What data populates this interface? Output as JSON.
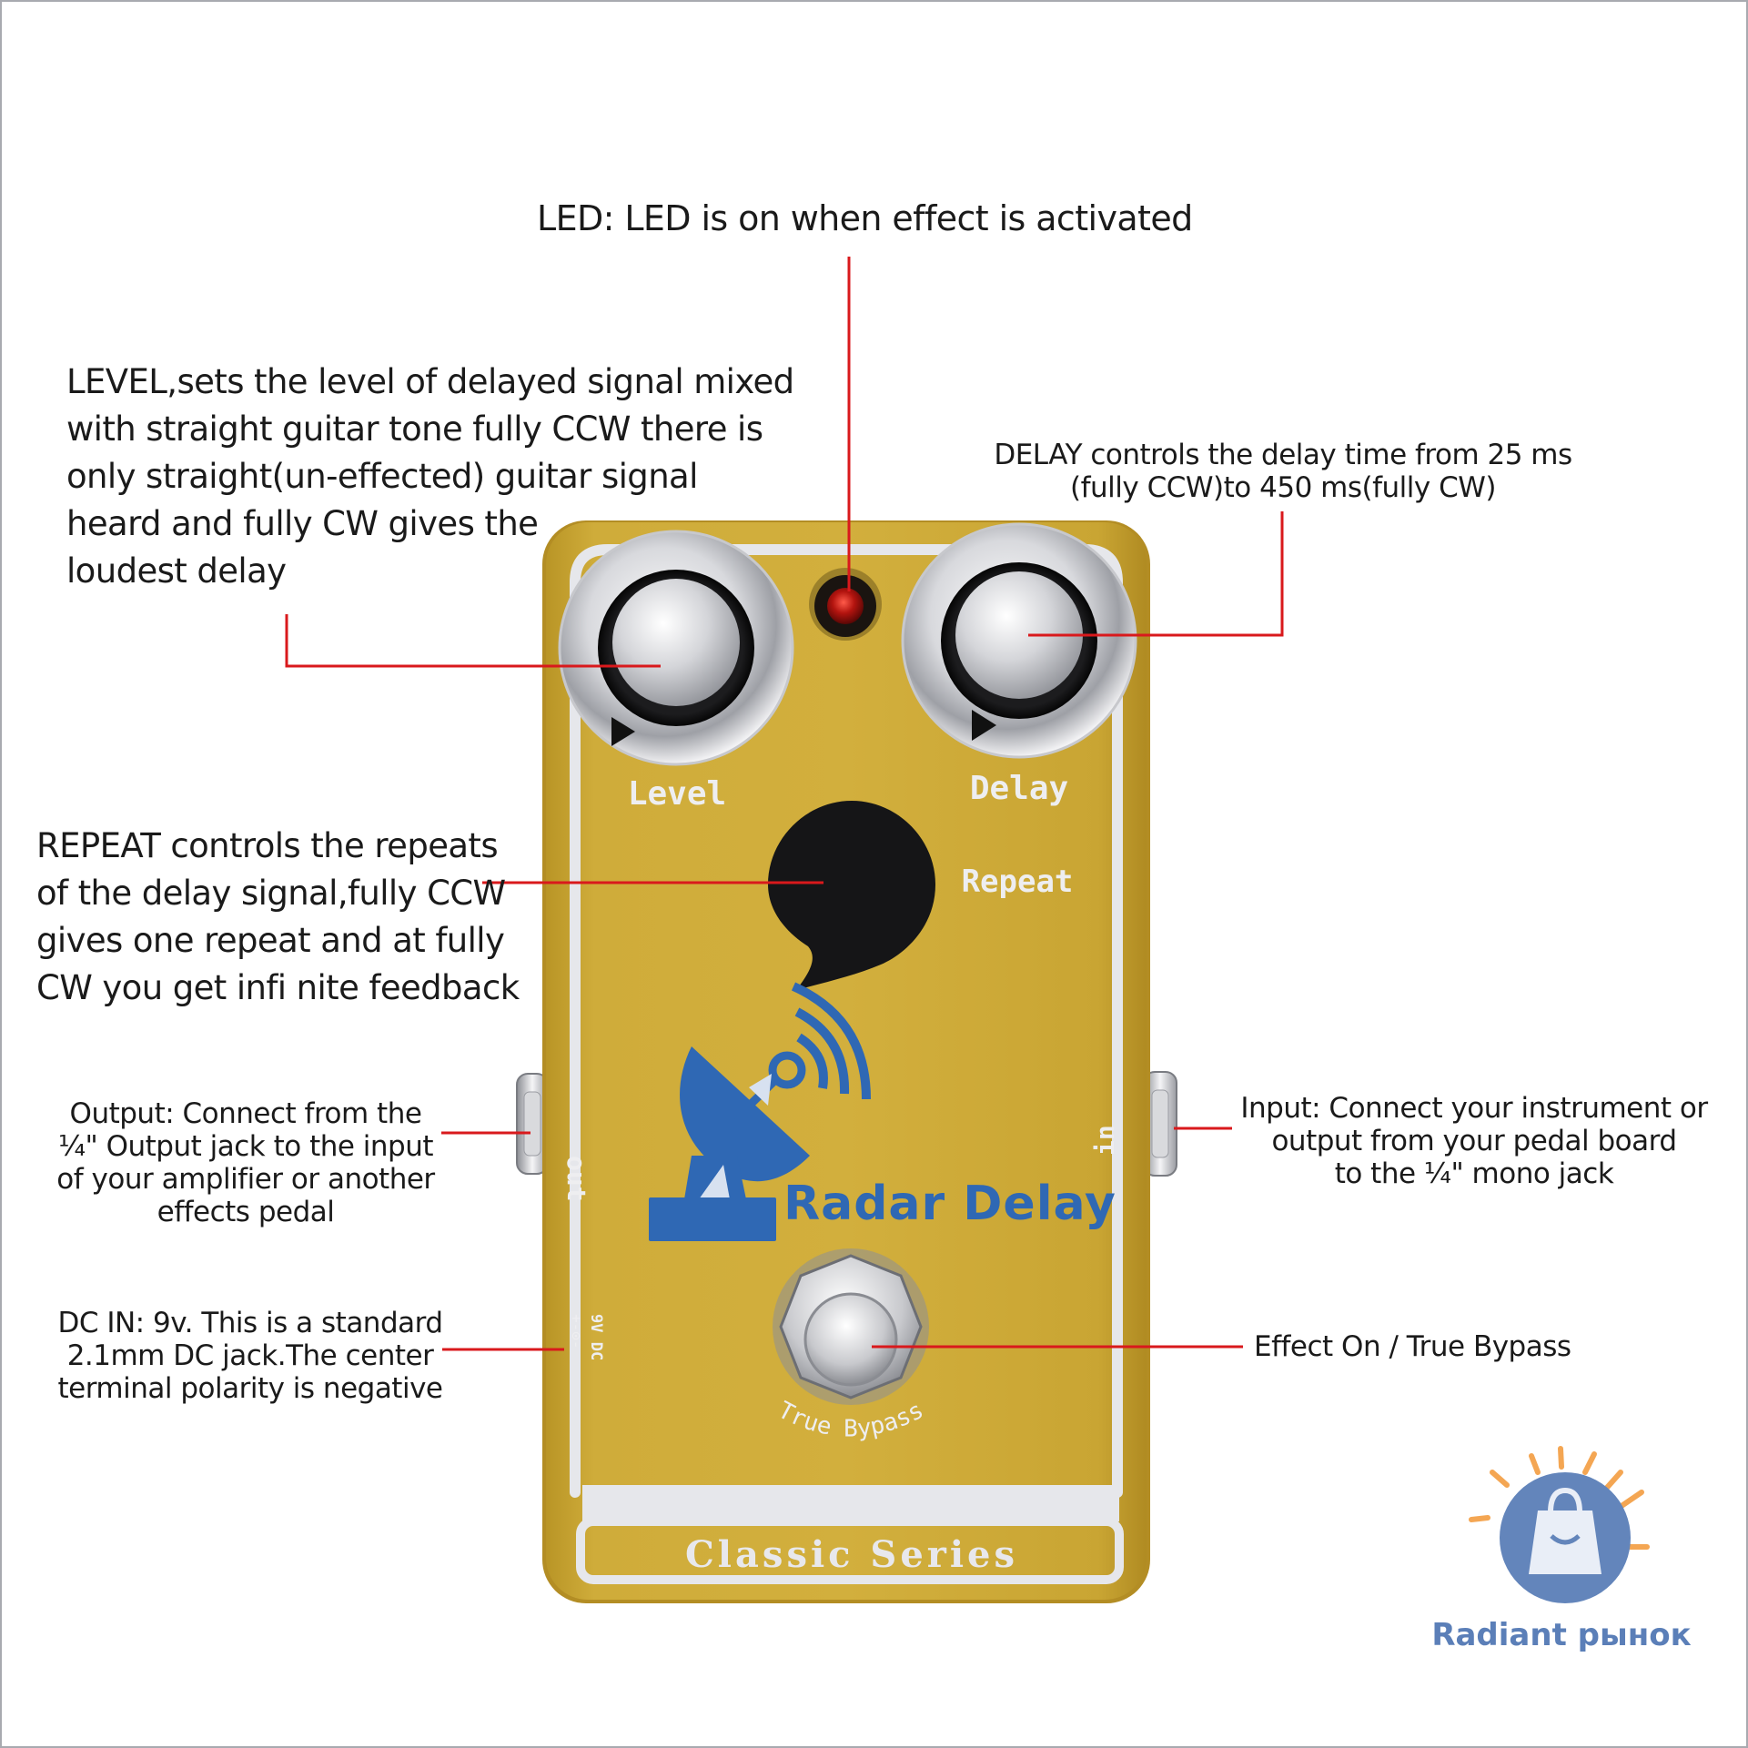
{
  "annotations": {
    "led": {
      "lines": [
        "LED: LED is on when effect is activated"
      ]
    },
    "level": {
      "lines": [
        "LEVEL,sets the level of delayed signal mixed",
        "with straight guitar tone fully CCW there is",
        "only straight(un-effected) guitar signal",
        "heard and fully CW gives the",
        "loudest delay"
      ]
    },
    "delay": {
      "lines": [
        "DELAY controls the delay time from 25 ms",
        "(fully CCW)to 450 ms(fully CW)"
      ]
    },
    "repeat": {
      "lines": [
        "REPEAT controls the repeats",
        "of the delay signal,fully CCW",
        "gives one repeat and at fully",
        "CW you get infi nite feedback"
      ]
    },
    "output": {
      "lines": [
        "Output: Connect from the",
        "¼\" Output jack to the input",
        "of your amplifier or another",
        "effects pedal"
      ]
    },
    "input": {
      "lines": [
        "Input: Connect your instrument or",
        "output from your pedal board",
        "to the ¼\" mono jack"
      ]
    },
    "dcin": {
      "lines": [
        "DC IN: 9v. This is a standard",
        "2.1mm DC jack.The center",
        "terminal polarity is negative"
      ]
    },
    "bypass": {
      "lines": [
        "Effect On / True Bypass"
      ]
    }
  },
  "pedal": {
    "knob_level_label": "Level",
    "knob_delay_label": "Delay",
    "knob_repeat_label": "Repeat",
    "brand_name": "Radar Delay",
    "series": "Classic Series",
    "jack_out_label": "out",
    "jack_in_label": "in",
    "dc_label": "9V DC",
    "dc_polarity": "+-⊙-",
    "switch_label": "True Bypass"
  },
  "watermark": {
    "text": "Radiant рынок"
  },
  "colors": {
    "pedal_body": "#c9a432",
    "pedal_edge": "#b8932a",
    "brand_blue": "#2f68b4",
    "callout_red": "#d9191c",
    "panel_lines": "#e3e4e8",
    "watermark_blue": "#5b7fb8",
    "watermark_orange": "#f4a24a"
  }
}
